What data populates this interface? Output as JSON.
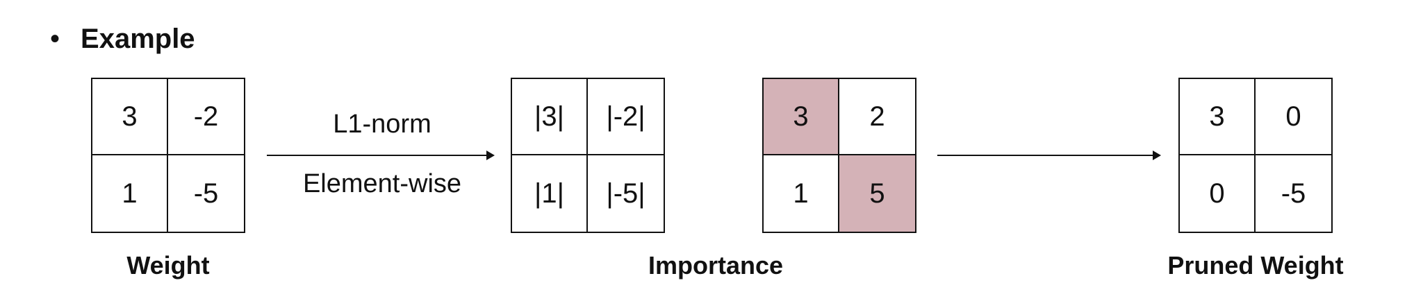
{
  "header": {
    "bullet": "•",
    "title": "Example"
  },
  "weight_matrix": {
    "cells": [
      "3",
      "-2",
      "1",
      "-5"
    ],
    "caption": "Weight"
  },
  "transform_arrow": {
    "label_top": "L1-norm",
    "label_bottom": "Element-wise"
  },
  "abs_matrix": {
    "cells": [
      "|3|",
      "|-2|",
      "|1|",
      "|-5|"
    ]
  },
  "importance_matrix": {
    "cells": [
      "3",
      "2",
      "1",
      "5"
    ],
    "highlight_color": "#d4b2b7"
  },
  "importance_caption": "Importance",
  "pruned_matrix": {
    "cells": [
      "3",
      "0",
      "0",
      "-5"
    ],
    "caption": "Pruned Weight"
  }
}
